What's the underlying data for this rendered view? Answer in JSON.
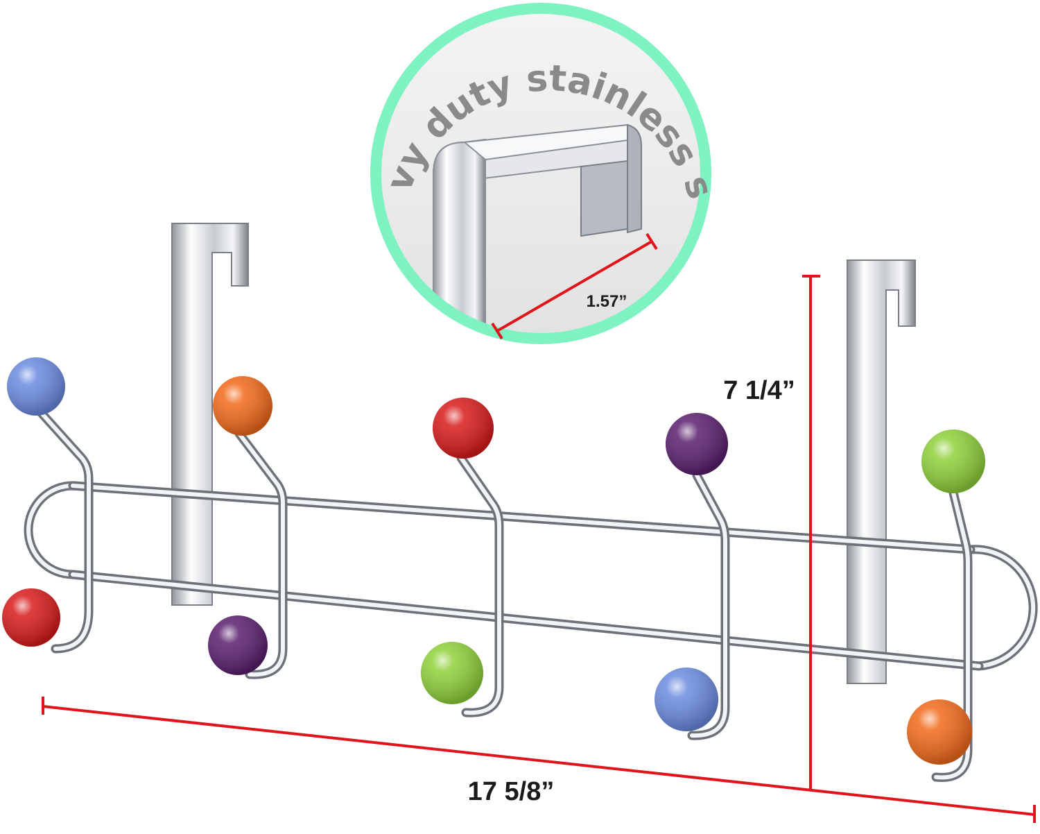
{
  "callout": {
    "caption": "Heavy duty stainless steel",
    "hook_width": "1.57”"
  },
  "dimensions": {
    "height": "7 1/4”",
    "width": "17 5/8”"
  },
  "colors": {
    "dimension_line": "#e0151c",
    "callout_ring": "#7ef2c0",
    "chrome": "#c9ccd1",
    "ball_blue": "#6b8be0",
    "ball_orange": "#f26a1b",
    "ball_red": "#d81b1b",
    "ball_purple": "#5a1f6e",
    "ball_green": "#8fd13a"
  }
}
